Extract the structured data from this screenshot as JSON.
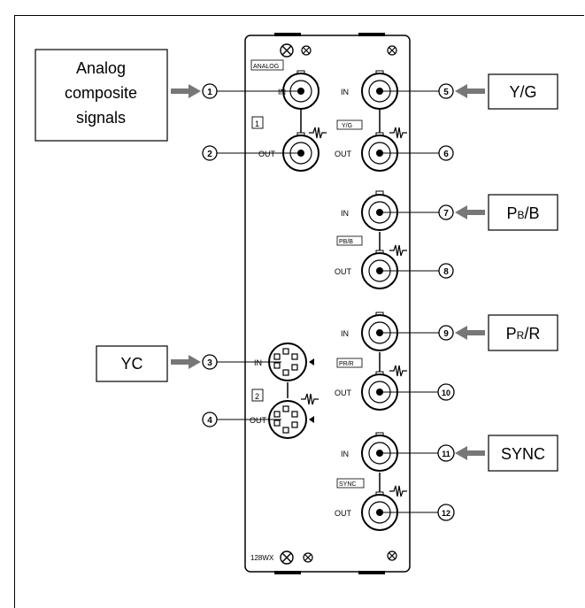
{
  "panel": {
    "model": "128WX",
    "group_analog_label": "ANALOG",
    "group1_number": "1",
    "group2_number": "2",
    "channel_tags": {
      "yg": "Y/G",
      "pbb": "PB/B",
      "prr": "PR/R",
      "sync": "SYNC"
    }
  },
  "ports": {
    "in_label": "IN",
    "out_label": "OUT"
  },
  "callouts": {
    "analog": "Analog composite signals",
    "yc": "YC",
    "yg": "Y/G",
    "pbb": "PB/B",
    "prr": "PR/R",
    "sync": "SYNC"
  },
  "numbers": [
    "1",
    "2",
    "3",
    "4",
    "5",
    "6",
    "7",
    "8",
    "9",
    "10",
    "11",
    "12"
  ]
}
